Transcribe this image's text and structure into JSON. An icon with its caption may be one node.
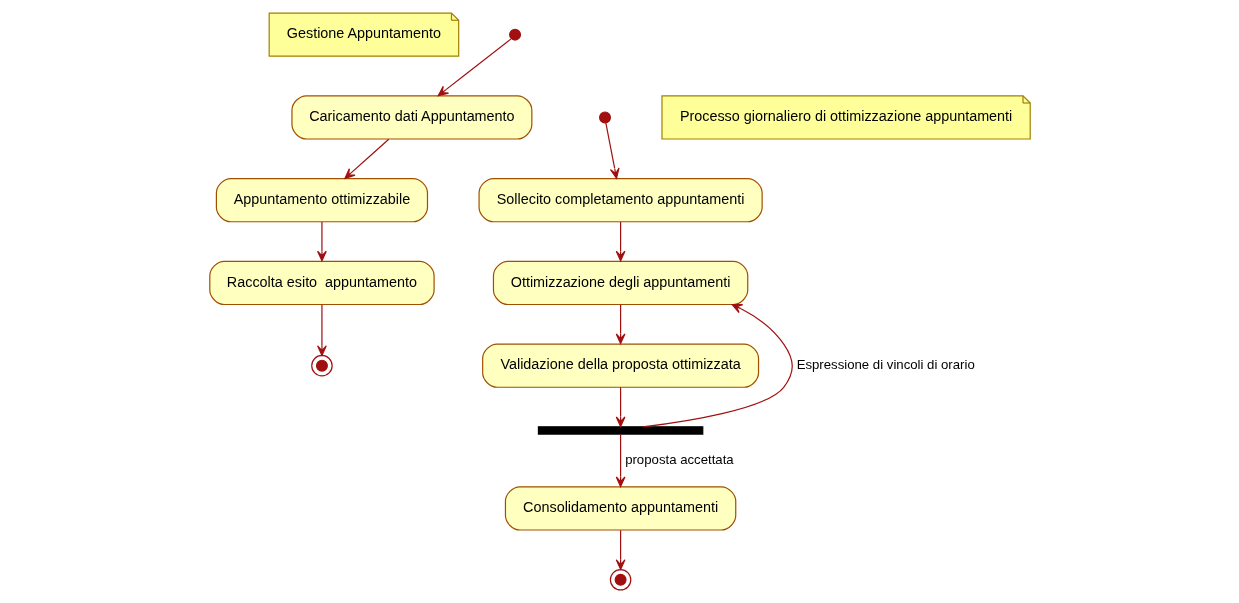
{
  "diagram": {
    "nodes": [
      {
        "text": [
          "Gestione Appuntamento"
        ]
      },
      {
        "text": [],
        "shape": "circle"
      },
      {
        "text": [
          "Caricamento dati Appuntamento"
        ]
      },
      {
        "text": [
          "Appuntamento ottimizzabile"
        ]
      },
      {
        "text": [
          "Raccolta esito  appuntamento"
        ]
      },
      {
        "text": [],
        "shape": "circle"
      },
      {
        "text": [
          "Processo giornaliero di ottimizzazione appuntamenti"
        ]
      },
      {
        "text": [],
        "shape": "circle"
      },
      {
        "text": [
          "Sollecito completamento appuntamenti"
        ]
      },
      {
        "text": [
          "Ottimizzazione degli appuntamenti"
        ]
      },
      {
        "text": [
          "Validazione della proposta ottimizzata"
        ]
      },
      {
        "text": [],
        "shape": "bar"
      },
      {
        "text": [
          "Consolidamento appuntamenti"
        ]
      },
      {
        "text": [],
        "shape": "circle"
      }
    ],
    "edges": [
      {
        "from": 1,
        "to": 2,
        "arrow": "to"
      },
      {
        "from": 2,
        "to": 3,
        "arrow": "to"
      },
      {
        "from": 3,
        "to": 4,
        "arrow": "to"
      },
      {
        "from": 4,
        "to": 5,
        "arrow": "to"
      },
      {
        "from": 7,
        "to": 8,
        "arrow": "to"
      },
      {
        "from": 8,
        "to": 9,
        "arrow": "to"
      },
      {
        "from": 9,
        "to": 10,
        "arrow": "to"
      },
      {
        "from": 10,
        "to": 11,
        "arrow": "to"
      },
      {
        "from": 11,
        "to": 9,
        "arrow": "to",
        "label": "Espressione di vincoli di orario"
      },
      {
        "from": 11,
        "to": 12,
        "arrow": "to",
        "label": "proposta accettata"
      },
      {
        "from": 12,
        "to": 13,
        "arrow": "to"
      }
    ]
  }
}
